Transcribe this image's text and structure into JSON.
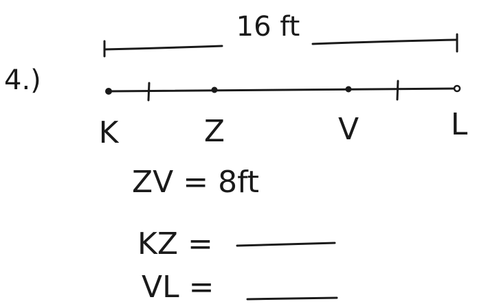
{
  "problem_number": "4.)",
  "total_length_label": "16 ft",
  "points": [
    {
      "label": "K"
    },
    {
      "label": "Z"
    },
    {
      "label": "V"
    },
    {
      "label": "L"
    }
  ],
  "given": {
    "text": "ZV = 8ft"
  },
  "questions": [
    {
      "text": "KZ ="
    },
    {
      "text": "VL ="
    }
  ]
}
